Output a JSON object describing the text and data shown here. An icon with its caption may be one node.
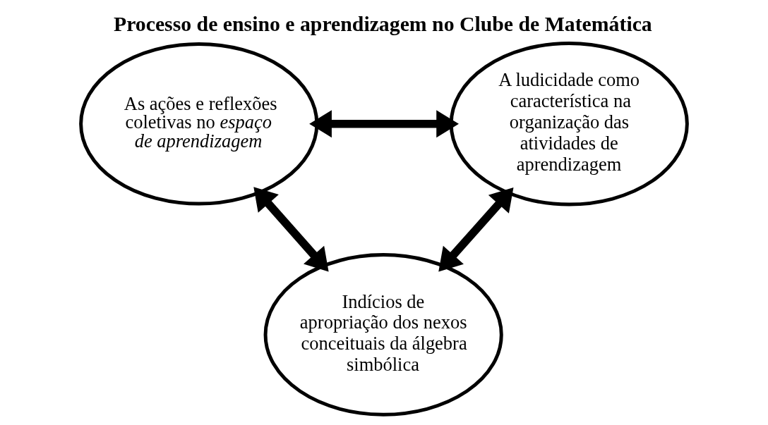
{
  "diagram": {
    "title": "Processo de ensino e aprendizagem no Clube de Matemática",
    "nodes": [
      {
        "text": [
          "As ações e reflexões coletivas no *espaço de aprendizagem*"
        ]
      },
      {
        "text": [
          "A ludicidade como característica na organização das atividades de aprendizagem"
        ]
      },
      {
        "text": [
          "Indícios de apropriação dos nexos conceituais da álgebra simbólica"
        ]
      }
    ],
    "edges": [
      {
        "from": 0,
        "to": 1,
        "arrow": "both"
      },
      {
        "from": 0,
        "to": 2,
        "arrow": "both"
      },
      {
        "from": 1,
        "to": 2,
        "arrow": "both"
      }
    ]
  }
}
